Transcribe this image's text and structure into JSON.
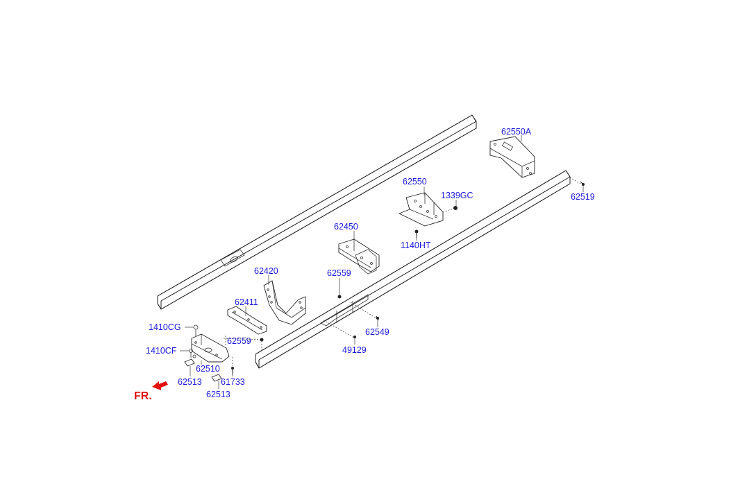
{
  "diagram": {
    "labels": {
      "p62550A": "62550A",
      "p62550": "62550",
      "p1339GC": "1339GC",
      "p62519": "62519",
      "p62450": "62450",
      "p1140HT": "1140HT",
      "p62559_top": "62559",
      "p62420": "62420",
      "p62411": "62411",
      "p62549": "62549",
      "p1410CG": "1410CG",
      "p62559_low": "62559",
      "p1410CF": "1410CF",
      "p49129": "49129",
      "p62510": "62510",
      "p62513_a": "62513",
      "p61733": "61733",
      "p62513_b": "62513"
    },
    "direction": "FR.",
    "colors": {
      "label": "#1a1adb",
      "direction": "#e01010",
      "line": "#222222"
    }
  }
}
